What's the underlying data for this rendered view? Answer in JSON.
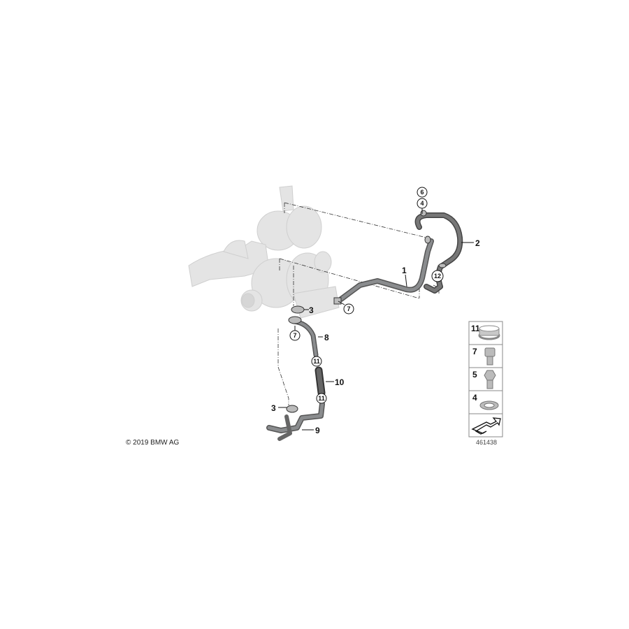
{
  "diagram": {
    "callouts": {
      "hose_1": "1",
      "hose_2": "2",
      "gasket_3_upper": "3",
      "gasket_3_lower": "3",
      "washer_4": "4",
      "part_6": "6",
      "bolt_7_upper": "7",
      "bolt_7_lower": "7",
      "pipe_8": "8",
      "pipe_9": "9",
      "hose_10": "10",
      "clamp_11_upper": "11",
      "clamp_11_lower": "11",
      "part_12": "12"
    },
    "legend": [
      {
        "number": "11",
        "icon": "hose-clamp-icon"
      },
      {
        "number": "7",
        "icon": "socket-head-bolt-icon"
      },
      {
        "number": "5",
        "icon": "hollow-bolt-icon"
      },
      {
        "number": "4",
        "icon": "sealing-ring-icon"
      },
      {
        "number": "",
        "icon": "arrow-icon"
      }
    ],
    "copyright": "© 2019 BMW AG",
    "image_id": "461438"
  },
  "colors": {
    "hose": "#6e7072",
    "ghost": "#e2e2e2",
    "line": "#222222"
  }
}
